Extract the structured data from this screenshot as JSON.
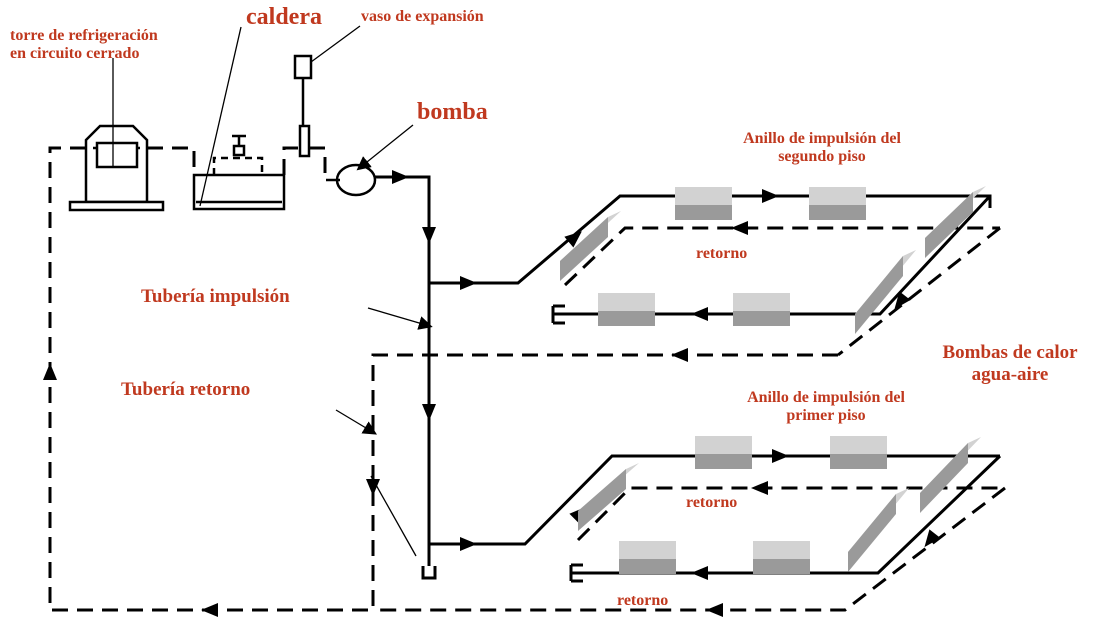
{
  "labels": {
    "torre_line1": "torre de refrigeración",
    "torre_line2": "en circuito cerrado",
    "caldera": "caldera",
    "vaso_expansion": "vaso de expansión",
    "bomba": "bomba",
    "anillo_segundo_line1": "Anillo de impulsión del",
    "anillo_segundo_line2": "segundo piso",
    "retorno_segundo": "retorno",
    "tuberia_impulsion": "Tubería impulsión",
    "bombas_line1": "Bombas de calor",
    "bombas_line2": "agua-aire",
    "tuberia_retorno": "Tubería retorno",
    "anillo_primer_line1": "Anillo de impulsión del",
    "anillo_primer_line2": "primer piso",
    "retorno_primer_a": "retorno",
    "retorno_primer_b": "retorno"
  },
  "colors": {
    "label": "#c0391f",
    "pipe": "#000000",
    "unit_light": "#d2d2d2",
    "unit_dark": "#9a9a9a"
  }
}
